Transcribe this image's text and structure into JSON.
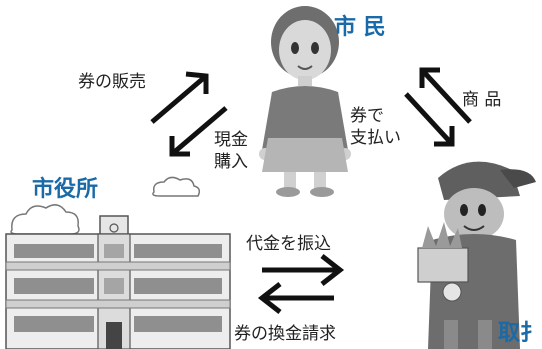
{
  "actors": {
    "citizen": "市 民",
    "city_hall": "市役所",
    "merchant": "取扌"
  },
  "flows": {
    "sale_of_tickets": "券の販売",
    "cash_purchase_line1": "現金",
    "cash_purchase_line2": "購入",
    "pay_with_ticket_line1": "券で",
    "pay_with_ticket_line2": "支払い",
    "goods": "商 品",
    "transfer_payment": "代金を振込",
    "redeem_request": "券の換金請求"
  },
  "colors": {
    "title_blue": "#1a6aa8",
    "arrow": "#111111",
    "figure_gray": "#8a8a8a"
  }
}
